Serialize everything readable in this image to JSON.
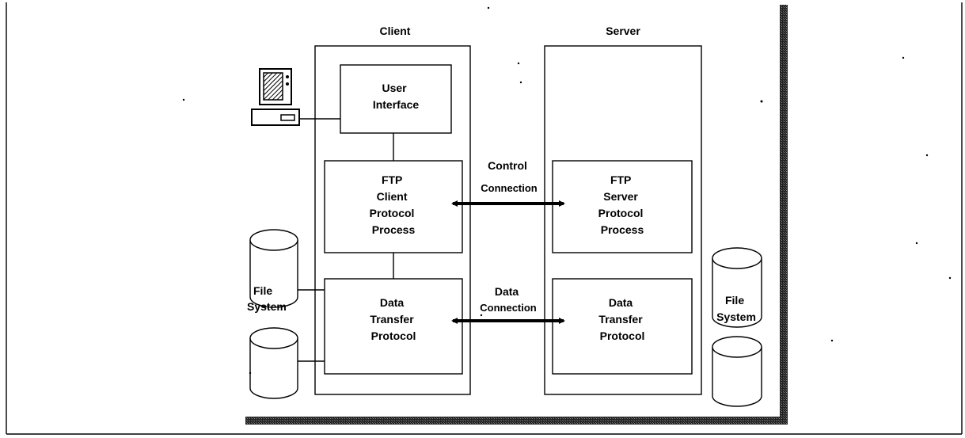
{
  "columns": {
    "client": "Client",
    "server": "Server"
  },
  "client": {
    "user_interface": [
      "User",
      "Interface"
    ],
    "protocol_process": [
      "FTP",
      "Client",
      "Protocol",
      "Process"
    ],
    "data_transfer": [
      "Data",
      "Transfer",
      "Protocol"
    ]
  },
  "server": {
    "protocol_process": [
      "FTP",
      "Server",
      "Protocol",
      "Process"
    ],
    "data_transfer": [
      "Data",
      "Transfer",
      "Protocol"
    ]
  },
  "connections": {
    "control": [
      "Control",
      "Connection"
    ],
    "data": [
      "Data",
      "Connection"
    ]
  },
  "file_system": {
    "left": [
      "File",
      "System"
    ],
    "right": [
      "File",
      "System"
    ]
  },
  "icons": {
    "computer": "computer-icon",
    "disk": "disk-cylinder-icon"
  },
  "colors": {
    "ink": "#000000",
    "background": "#ffffff",
    "shadow": "#1a1a1a"
  }
}
